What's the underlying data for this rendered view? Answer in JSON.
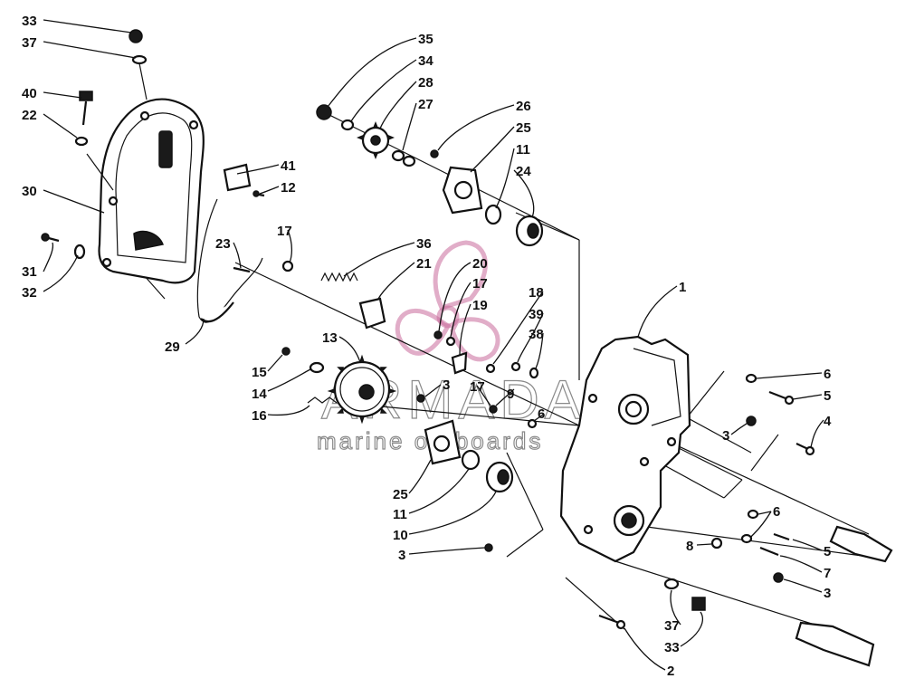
{
  "watermark": {
    "brand": "ARMADA",
    "tagline": "marine outboards",
    "color_text": "#8a8a8a",
    "color_logo": "#c86a9a"
  },
  "callouts": [
    {
      "id": "c33a",
      "text": "33"
    },
    {
      "id": "c37a",
      "text": "37"
    },
    {
      "id": "c40",
      "text": "40"
    },
    {
      "id": "c22",
      "text": "22"
    },
    {
      "id": "c30",
      "text": "30"
    },
    {
      "id": "c31",
      "text": "31"
    },
    {
      "id": "c32",
      "text": "32"
    },
    {
      "id": "c35",
      "text": "35"
    },
    {
      "id": "c34",
      "text": "34"
    },
    {
      "id": "c28",
      "text": "28"
    },
    {
      "id": "c27",
      "text": "27"
    },
    {
      "id": "c26",
      "text": "26"
    },
    {
      "id": "c25a",
      "text": "25"
    },
    {
      "id": "c11a",
      "text": "11"
    },
    {
      "id": "c24",
      "text": "24"
    },
    {
      "id": "c41",
      "text": "41"
    },
    {
      "id": "c12",
      "text": "12"
    },
    {
      "id": "c23",
      "text": "23"
    },
    {
      "id": "c17a",
      "text": "17"
    },
    {
      "id": "c36",
      "text": "36"
    },
    {
      "id": "c21",
      "text": "21"
    },
    {
      "id": "c20",
      "text": "20"
    },
    {
      "id": "c17b",
      "text": "17"
    },
    {
      "id": "c19",
      "text": "19"
    },
    {
      "id": "c18",
      "text": "18"
    },
    {
      "id": "c39",
      "text": "39"
    },
    {
      "id": "c38",
      "text": "38"
    },
    {
      "id": "c1",
      "text": "1"
    },
    {
      "id": "c29",
      "text": "29"
    },
    {
      "id": "c13",
      "text": "13"
    },
    {
      "id": "c15",
      "text": "15"
    },
    {
      "id": "c14",
      "text": "14"
    },
    {
      "id": "c16",
      "text": "16"
    },
    {
      "id": "c3a",
      "text": "3"
    },
    {
      "id": "c17c",
      "text": "17"
    },
    {
      "id": "c9",
      "text": "9"
    },
    {
      "id": "c6a",
      "text": "6"
    },
    {
      "id": "c6b",
      "text": "6"
    },
    {
      "id": "c5a",
      "text": "5"
    },
    {
      "id": "c3b",
      "text": "3"
    },
    {
      "id": "c4",
      "text": "4"
    },
    {
      "id": "c25b",
      "text": "25"
    },
    {
      "id": "c11b",
      "text": "11"
    },
    {
      "id": "c10",
      "text": "10"
    },
    {
      "id": "c6c",
      "text": "6"
    },
    {
      "id": "c8",
      "text": "8"
    },
    {
      "id": "c5b",
      "text": "5"
    },
    {
      "id": "c7",
      "text": "7"
    },
    {
      "id": "c3c",
      "text": "3"
    },
    {
      "id": "c3d",
      "text": "3"
    },
    {
      "id": "c37b",
      "text": "37"
    },
    {
      "id": "c33b",
      "text": "33"
    },
    {
      "id": "c2",
      "text": "2"
    }
  ]
}
